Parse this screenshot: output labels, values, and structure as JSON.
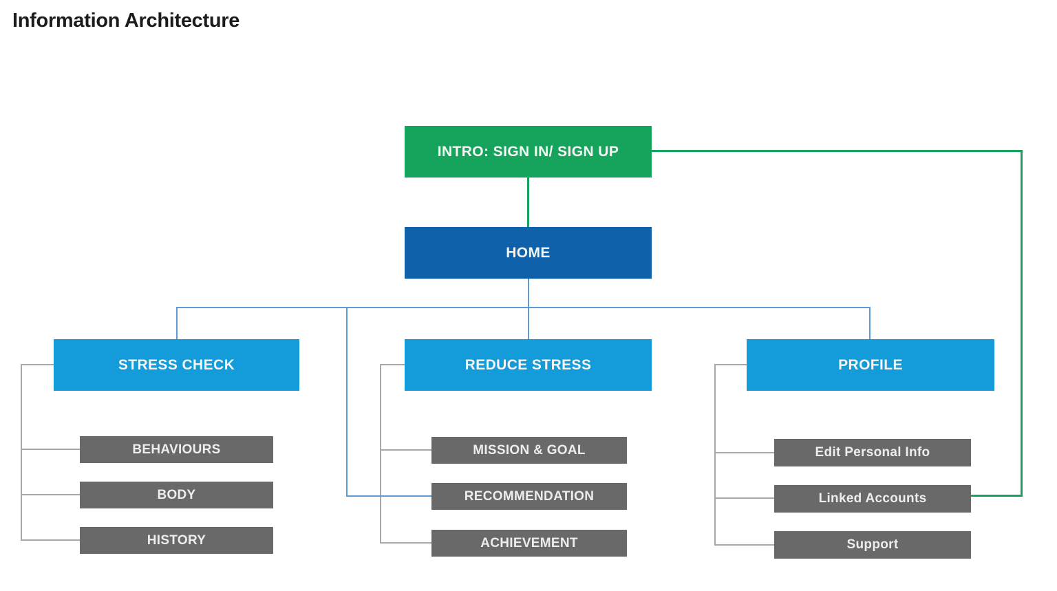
{
  "title": "Information Architecture",
  "colors": {
    "green": "#16a35c",
    "dark_blue": "#0f62a9",
    "light_blue": "#149bd9",
    "gray_box": "#696969",
    "gray_line": "#a8a8a8",
    "blue_line": "#5b9bd5",
    "box_text": "#f5f5f5",
    "title_text": "#1c1c1c",
    "background": "#ffffff"
  },
  "nodes": {
    "intro": {
      "label": "INTRO: SIGN IN/ SIGN UP"
    },
    "home": {
      "label": "HOME"
    },
    "sections": [
      {
        "label": "STRESS CHECK",
        "children": [
          "BEHAVIOURS",
          "BODY",
          "HISTORY"
        ]
      },
      {
        "label": "REDUCE STRESS",
        "children": [
          "MISSION & GOAL",
          "RECOMMENDATION",
          "ACHIEVEMENT"
        ]
      },
      {
        "label": "PROFILE",
        "children": [
          "Edit Personal Info",
          "Linked Accounts",
          "Support"
        ]
      }
    ]
  }
}
